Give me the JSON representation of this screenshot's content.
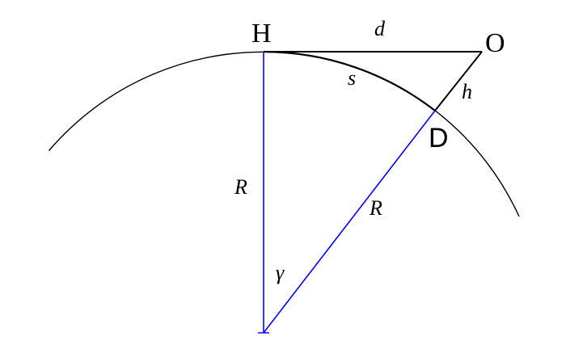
{
  "colors": {
    "background": "#ffffff",
    "black_lines": "#000000",
    "radius_lines": "#0000ff"
  },
  "labels": {
    "H": "H",
    "O": "O",
    "D": "D",
    "d": "d",
    "s": "s",
    "h": "h",
    "R_vertical": "R",
    "R_diagonal": "R",
    "gamma": "γ"
  }
}
